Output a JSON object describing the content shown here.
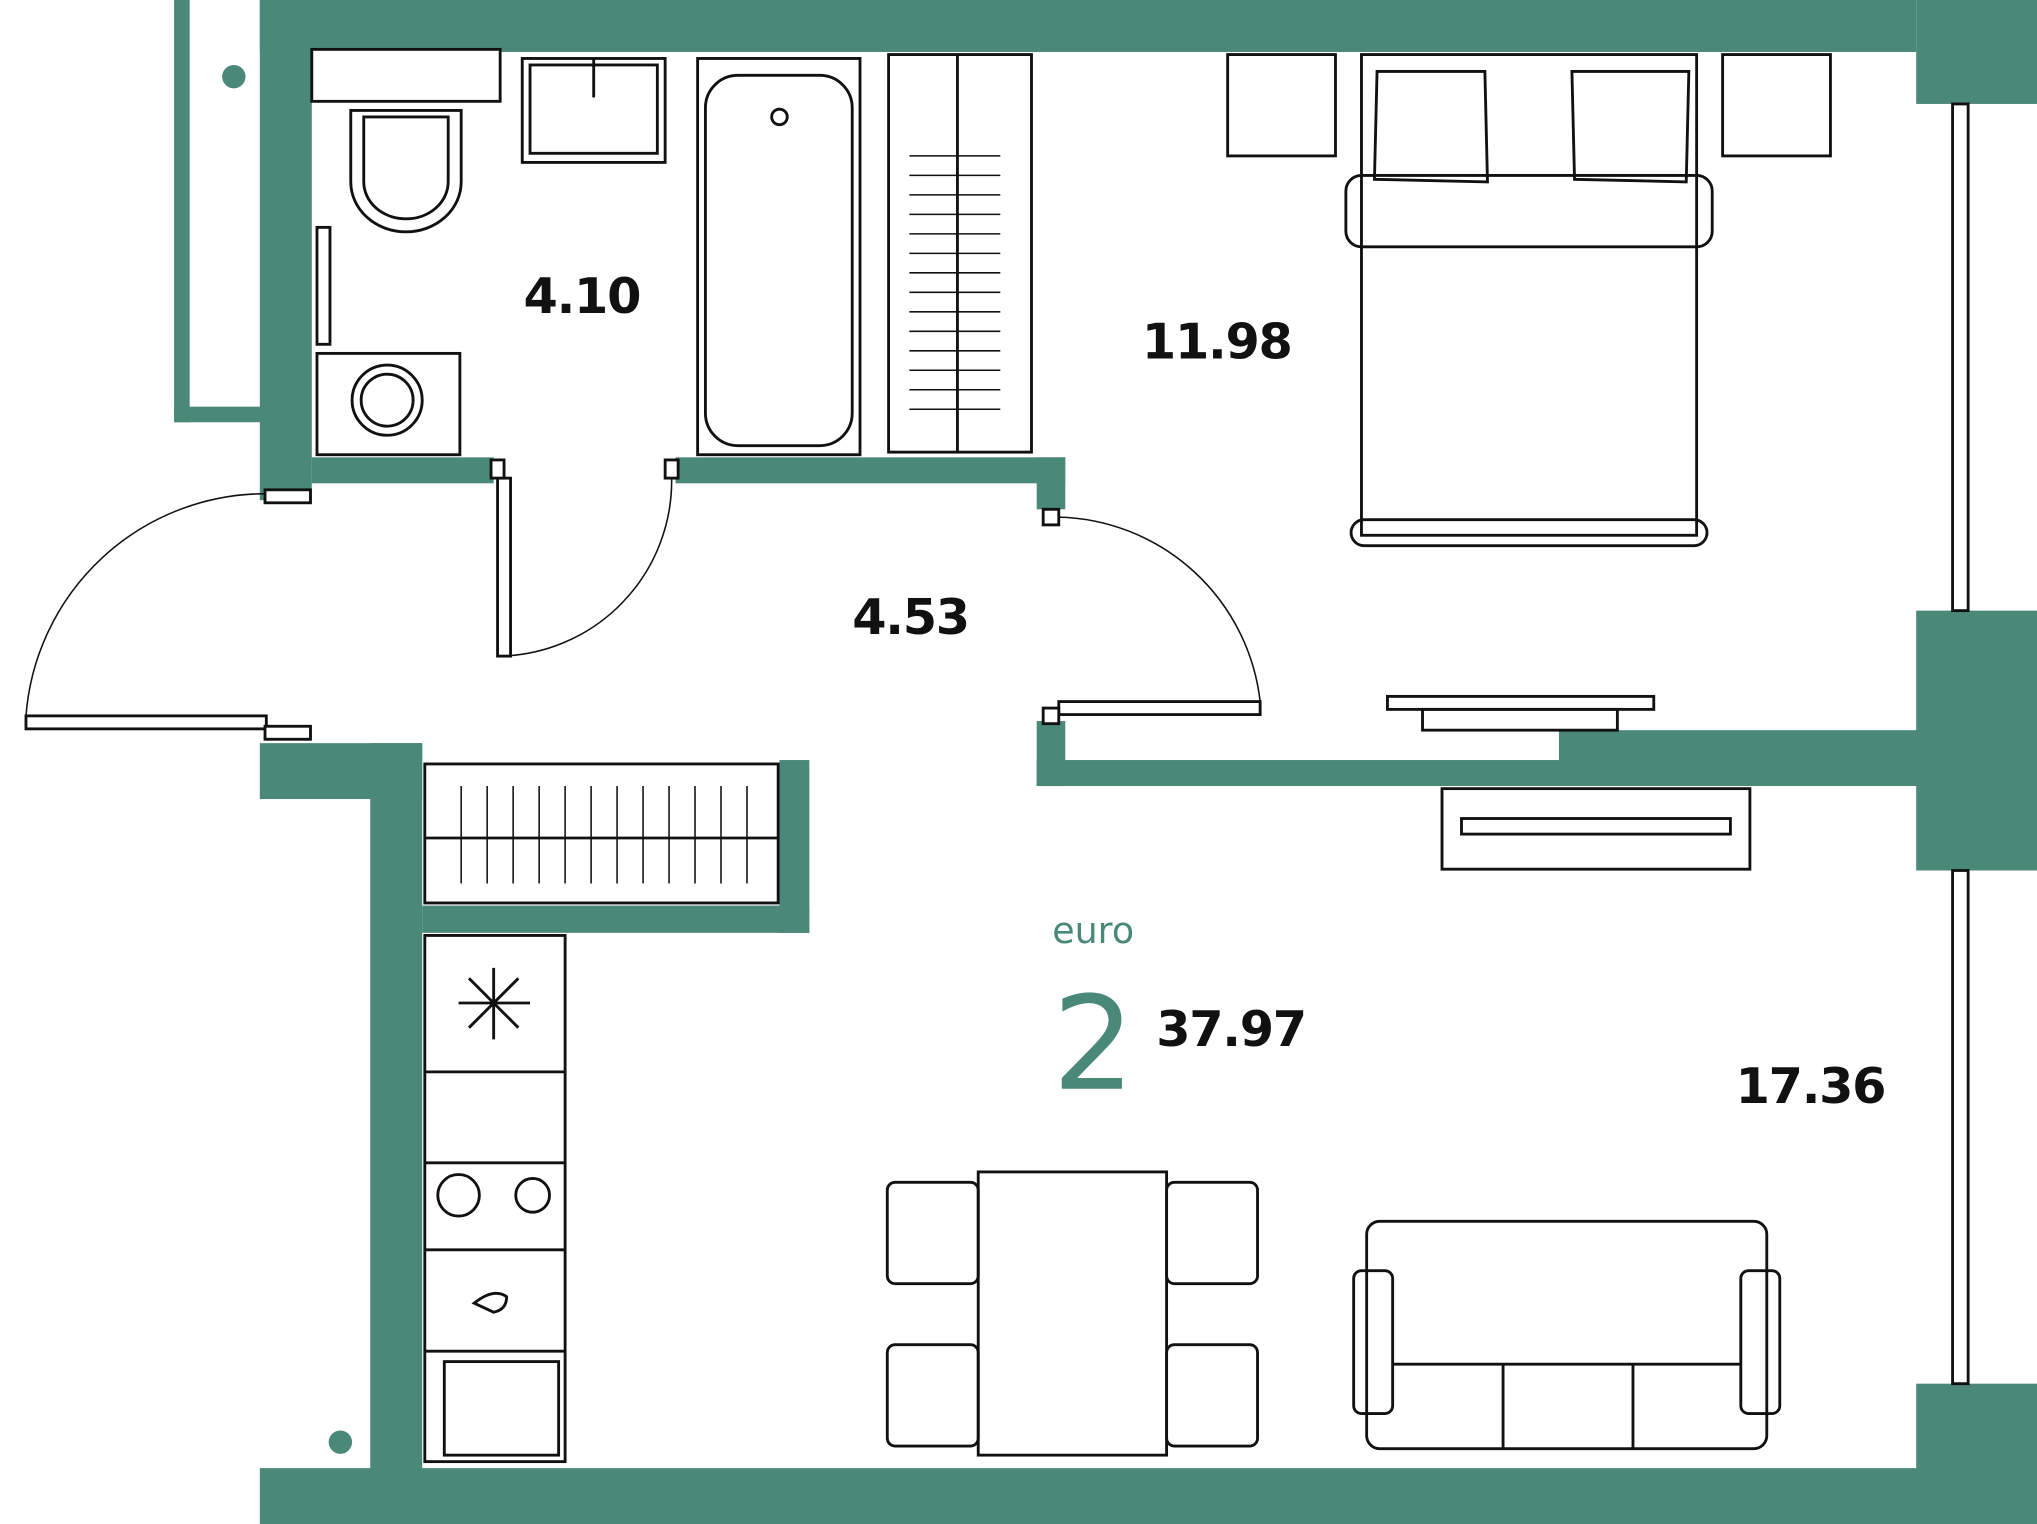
{
  "plan": {
    "type_label": "euro",
    "rooms_count": "2",
    "total_area": "37.97",
    "rooms": {
      "bathroom": "4.10",
      "bedroom": "11.98",
      "hallway": "4.53",
      "living_kitchen": "17.36"
    },
    "wall_color": "#4a8878"
  }
}
